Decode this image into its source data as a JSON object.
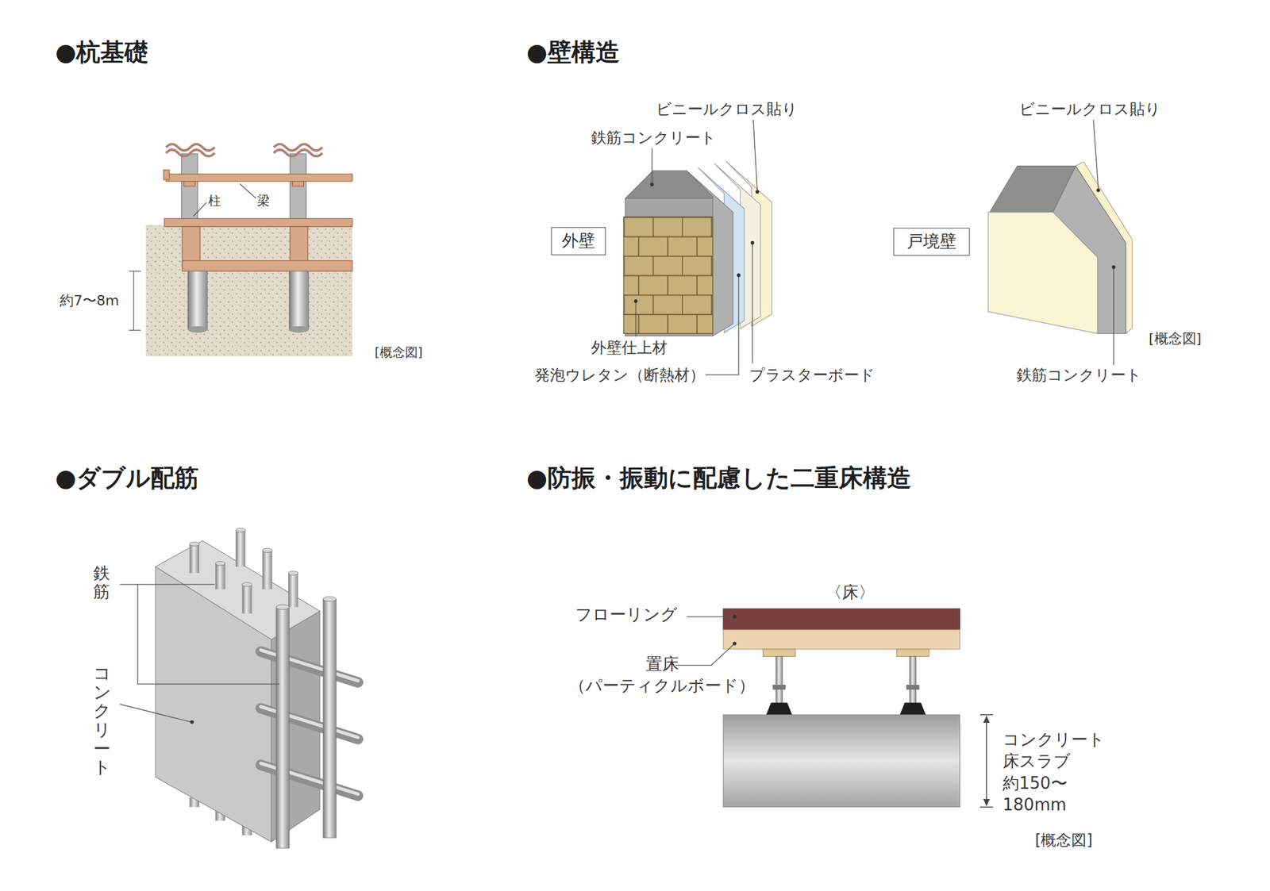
{
  "diagram": {
    "nodes": [
      {
        "text": [
          "外壁"
        ]
      },
      {
        "text": [
          "戸境壁"
        ]
      }
    ],
    "labels": [
      "●杭基礎",
      "柱",
      "梁",
      "約7〜8m",
      "[概念図]",
      "●壁構造",
      "ビニールクロス貼り",
      "鉄筋コンクリート",
      "外壁仕上材",
      "発泡ウレタン（断熱材）",
      "プラスターボード",
      "ビニールクロス貼り",
      "[概念図]",
      "鉄筋コンクリート",
      "●ダブル配筋",
      "鉄筋",
      "コンクリート",
      "●防振・振動に配慮した二重床構造",
      "〈床〉",
      "フローリング",
      "置床 （パーティクルボード）",
      "コンクリート 床スラブ 約150〜180mm",
      "[概念図]"
    ]
  }
}
